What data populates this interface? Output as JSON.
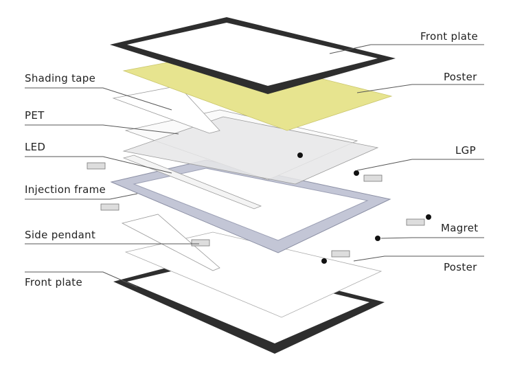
{
  "labels": {
    "front_plate_top": "Front plate",
    "shading_tape": "Shading tape",
    "poster_top": "Poster",
    "pet": "PET",
    "led": "LED",
    "lgp": "LGP",
    "injection_frame": "Injection frame",
    "side_pendant": "Side pendant",
    "magret": "Magret",
    "poster_bottom": "Poster",
    "front_plate_bottom": "Front plate"
  },
  "colors": {
    "frame": "#2e2e2e",
    "poster_yellow": "#e7e48f",
    "injection_frame": "#b9bdd0",
    "line": "#555555"
  }
}
